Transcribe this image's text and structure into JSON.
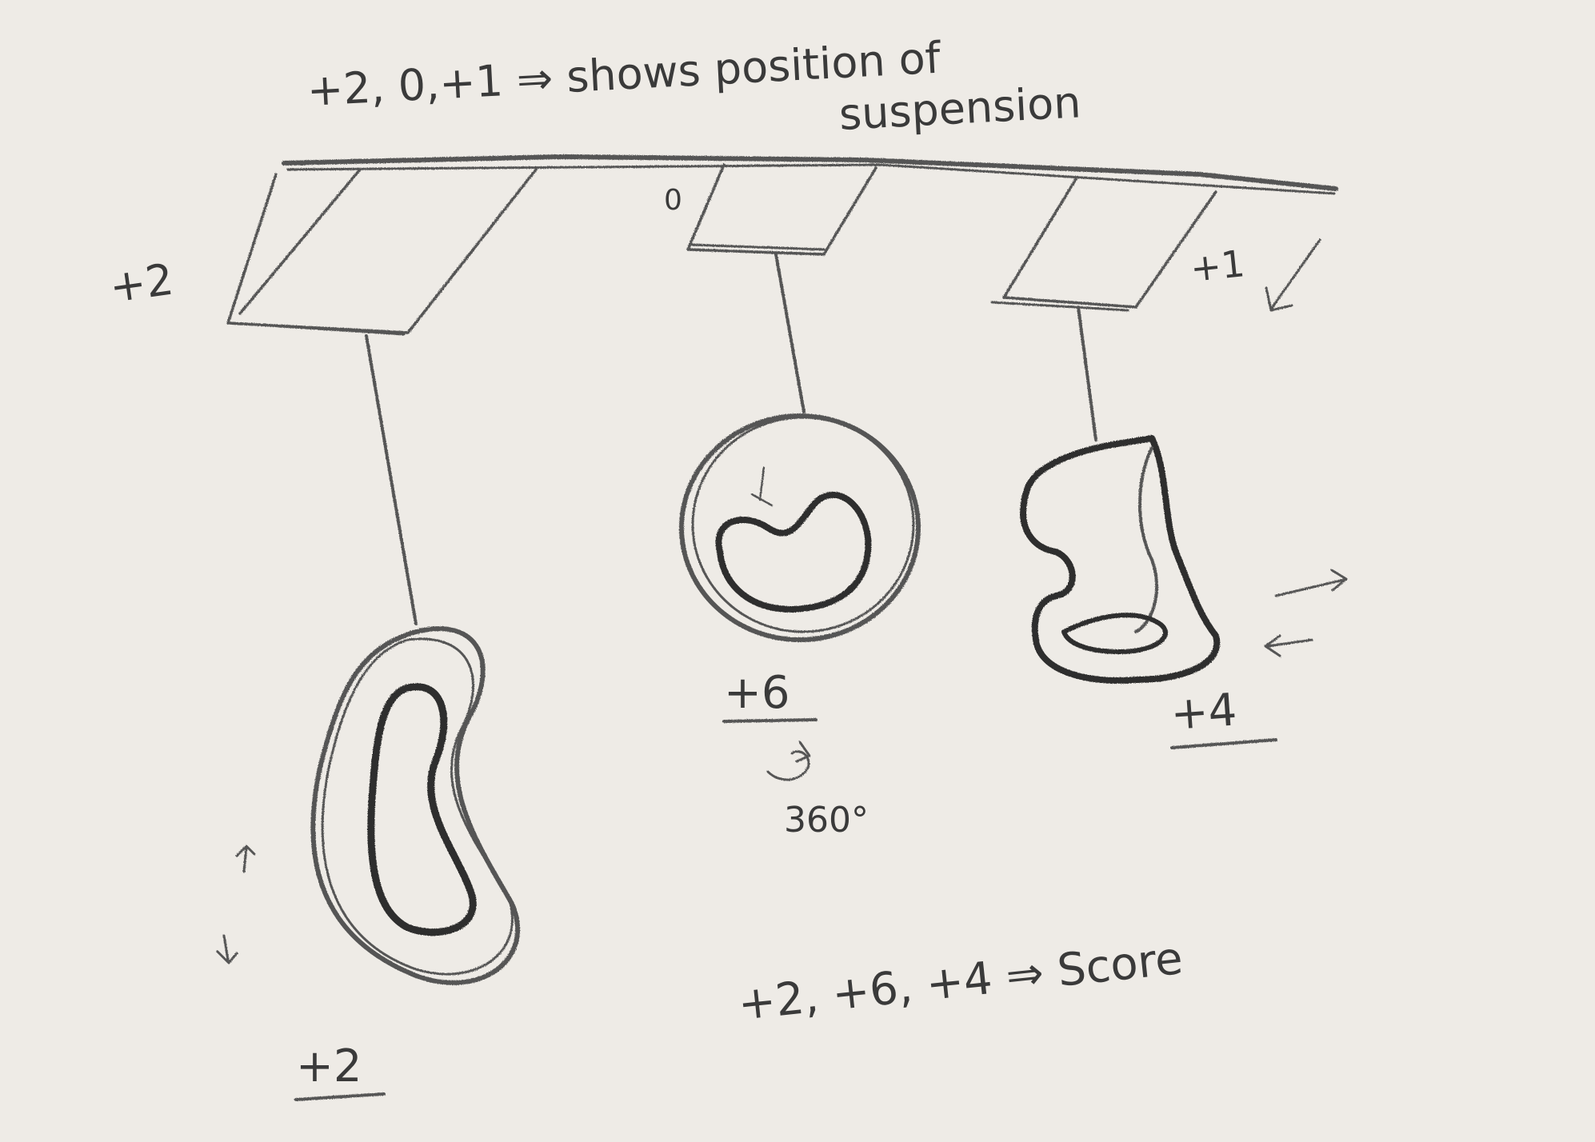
{
  "header_note": {
    "line1": "+2, 0,+1 ⇒ shows position of",
    "line2": "suspension"
  },
  "suspension_labels": [
    "+2",
    "0",
    "+1"
  ],
  "score_labels": [
    "+2",
    "+6",
    "+4"
  ],
  "rotation_label": "360°",
  "footer_note": "+2, +6, +4 ⇒ Score",
  "colors": {
    "paper": "#eeebe6",
    "pencil": "#555555",
    "dark_pencil": "#2e2e2e"
  }
}
